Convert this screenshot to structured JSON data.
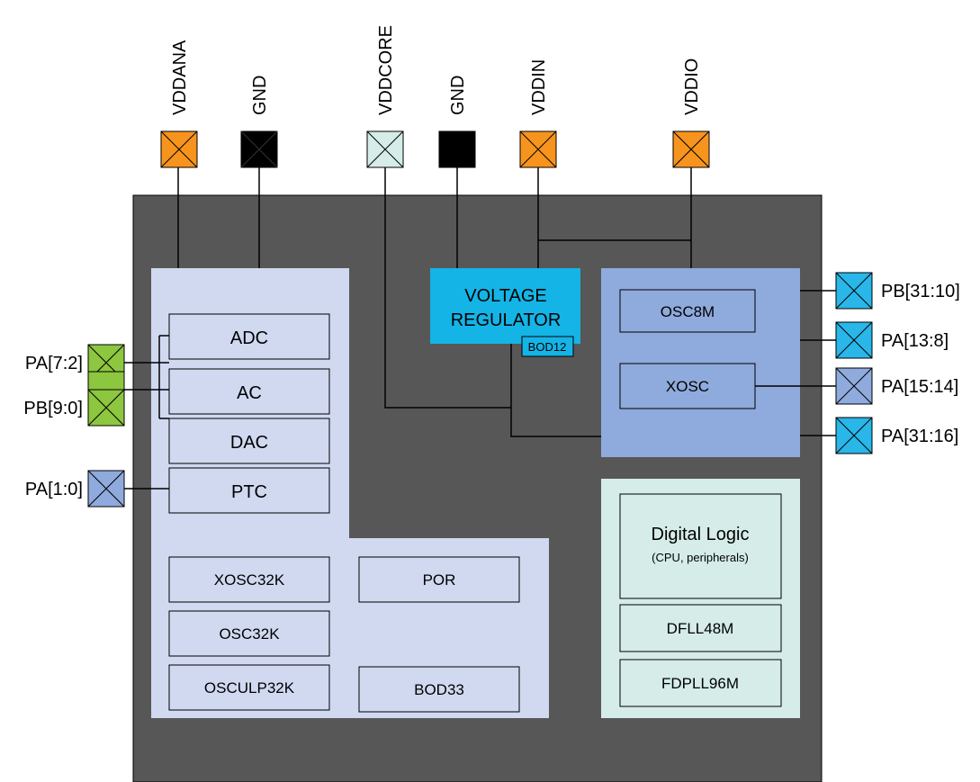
{
  "power_pins": [
    {
      "id": "vddana",
      "label": "VDDANA",
      "color": "#f7941d"
    },
    {
      "id": "gnd1",
      "label": "GND",
      "color": "#000000"
    },
    {
      "id": "vddcore",
      "label": "VDDCORE",
      "color": "#d5ece8"
    },
    {
      "id": "gnd2",
      "label": "GND",
      "color": "#000000"
    },
    {
      "id": "vddin",
      "label": "VDDIN",
      "color": "#f7941d"
    },
    {
      "id": "vddio",
      "label": "VDDIO",
      "color": "#f7941d"
    }
  ],
  "left_pins": [
    {
      "id": "pa72",
      "label": "PA[7:2]",
      "color": "#8dc63f"
    },
    {
      "id": "pb90",
      "label": "PB[9:0]",
      "color": "#8dc63f"
    },
    {
      "id": "pa10",
      "label": "PA[1:0]",
      "color": "#8faadc"
    }
  ],
  "right_pins": [
    {
      "id": "pb3110",
      "label": "PB[31:10]",
      "color": "#29b6e8"
    },
    {
      "id": "pa138",
      "label": "PA[13:8]",
      "color": "#29b6e8"
    },
    {
      "id": "pa1514",
      "label": "PA[15:14]",
      "color": "#8faadc"
    },
    {
      "id": "pa3116",
      "label": "PA[31:16]",
      "color": "#29b6e8"
    }
  ],
  "analog_blocks": [
    "ADC",
    "AC",
    "DAC",
    "PTC"
  ],
  "clock_blocks_left": [
    "XOSC32K",
    "OSC32K",
    "OSCULP32K"
  ],
  "supervisor_blocks": [
    "POR",
    "BOD33"
  ],
  "regulator": {
    "line1": "VOLTAGE",
    "line2": "REGULATOR",
    "bod": "BOD12"
  },
  "io_blocks": [
    "OSC8M",
    "XOSC"
  ],
  "digital": {
    "title": "Digital Logic",
    "subtitle": "(CPU, peripherals)",
    "blocks": [
      "DFLL48M",
      "FDPLL96M"
    ]
  },
  "colors": {
    "chip_body": "#575757",
    "analog_domain": "#d0d9f0",
    "io_domain": "#8faadc",
    "regulator": "#14b4e6",
    "digital_domain": "#d5ece8"
  }
}
